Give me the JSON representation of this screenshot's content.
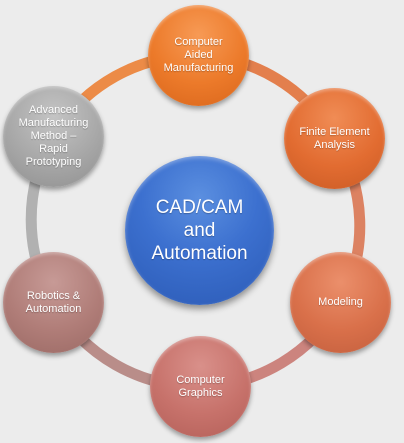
{
  "diagram": {
    "center": {
      "label": "CAD/CAM\nand\nAutomation",
      "color": "#3c70cf"
    },
    "nodes": [
      {
        "id": "computer-aided-manufacturing",
        "label": "Computer\nAided\nManufacturing",
        "color": "#ec7a2a"
      },
      {
        "id": "finite-element-analysis",
        "label": "Finite Element\nAnalysis",
        "color": "#e26c31"
      },
      {
        "id": "modeling",
        "label": "Modeling",
        "color": "#d9704a"
      },
      {
        "id": "computer-graphics",
        "label": "Computer\nGraphics",
        "color": "#c7726b"
      },
      {
        "id": "robotics-automation",
        "label": "Robotics &\nAutomation",
        "color": "#b07d78"
      },
      {
        "id": "advanced-manufacturing",
        "label": "Advanced\nManufacturing\nMethod –\nRapid\nPrototyping",
        "color": "#a7a7a7"
      }
    ],
    "ring": {
      "colors": [
        "#ec7a2a",
        "#e26c31",
        "#d9704a",
        "#c7726b",
        "#b07d78",
        "#a7a7a7"
      ]
    }
  }
}
